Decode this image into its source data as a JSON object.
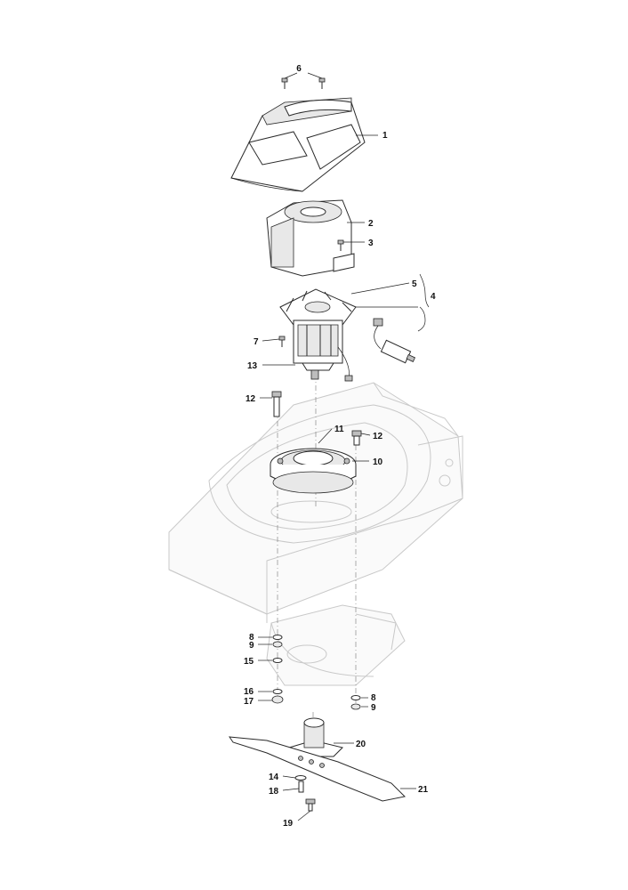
{
  "callouts": {
    "c1": "1",
    "c2": "2",
    "c3": "3",
    "c4": "4",
    "c5": "5",
    "c6": "6",
    "c7": "7",
    "c8a": "8",
    "c8b": "8",
    "c9a": "9",
    "c9b": "9",
    "c10": "10",
    "c11": "11",
    "c12a": "12",
    "c12b": "12",
    "c13": "13",
    "c14": "14",
    "c15": "15",
    "c16": "16",
    "c17": "17",
    "c18": "18",
    "c19": "19",
    "c20": "20",
    "c21": "21"
  }
}
